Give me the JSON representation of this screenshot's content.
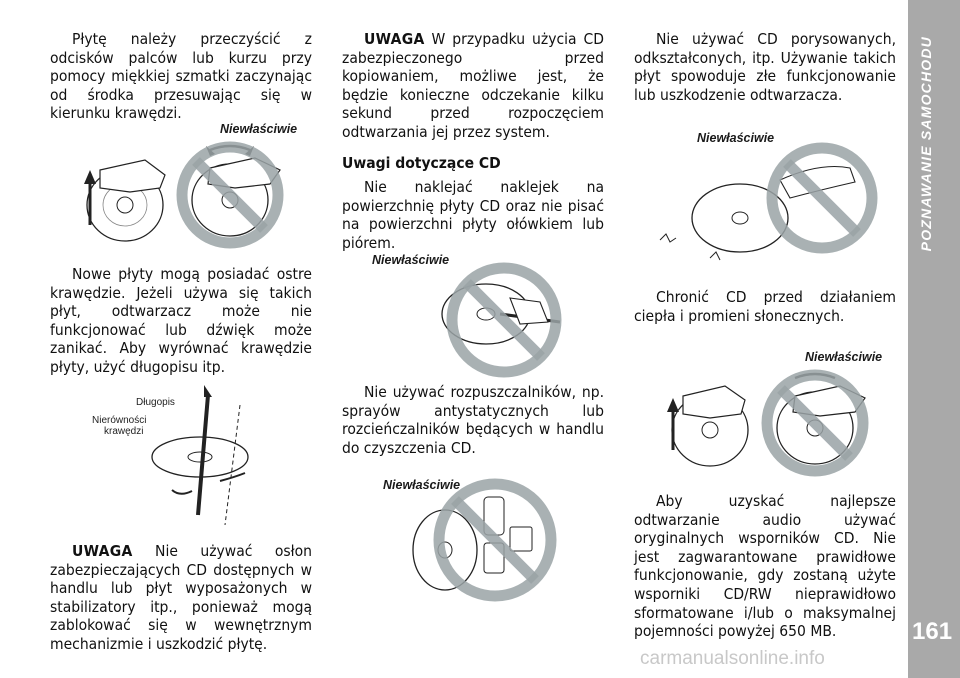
{
  "sidebar": {
    "section_title": "POZNAWANIE SAMOCHODU",
    "page_number": "161"
  },
  "column1": {
    "para1": "Płytę należy przeczyścić z odcisków palców lub kurzu przy pomocy miękkiej szmatki zaczynając od środka przesuwając się w kierunku krawędzi.",
    "para2": "Nowe płyty mogą posiadać ostre krawędzie. Jeżeli używa się takich płyt, odtwarzacz może nie funkcjonować lub dźwięk może zanikać. Aby wyrównać krawędzie płyty, użyć długopisu itp.",
    "uwaga_label": "UWAGA",
    "uwaga_text": "Nie używać osłon zabezpieczających CD dostępnych w handlu lub płyt wyposażonych w stabilizatory itp., ponieważ mogą zablokować się w wewnętrznym mechanizmie i uszkodzić płytę.",
    "fig1_caption": "Niewłaściwie",
    "fig2_label_pen": "Długopis",
    "fig2_label_edges_1": "Nierówności",
    "fig2_label_edges_2": "krawędzi"
  },
  "column2": {
    "uwaga_label": "UWAGA",
    "uwaga_text": "W przypadku użycia CD zabezpieczonego przed kopiowaniem, możliwe jest, że będzie konieczne odczekanie kilku sekund przed rozpoczęciem odtwarzania jej przez system.",
    "subheading": "Uwagi dotyczące CD",
    "para1": "Nie naklejać naklejek na powierzchnię płyty CD oraz nie pisać na powierzchni płyty ołówkiem lub piórem.",
    "fig1_caption": "Niewłaściwie",
    "para2": "Nie używać rozpuszczalników, np. sprayów antystatycznych lub rozcieńczalników będących w handlu do czyszczenia CD.",
    "fig2_caption": "Niewłaściwie"
  },
  "column3": {
    "para1": "Nie używać CD porysowanych, odkształconych, itp. Używanie takich płyt spowoduje złe funkcjonowanie lub uszkodzenie odtwarzacza.",
    "fig1_caption": "Niewłaściwie",
    "para2": "Chronić CD przed działaniem ciepła i promieni słonecznych.",
    "fig2_caption": "Niewłaściwie",
    "para3": "Aby uzyskać najlepsze odtwarzanie audio używać oryginalnych wsporników CD. Nie jest zagwarantowane prawidłowe funkcjonowanie, gdy zostaną użyte wsporniki CD/RW nieprawidłowo sformatowane i/lub o maksymalnej pojemności powyżej 650 MB."
  },
  "watermark": "carmanualsonline.info",
  "colors": {
    "sidebar": "#a9a9a9",
    "prohibition": "#9aa3a6"
  }
}
